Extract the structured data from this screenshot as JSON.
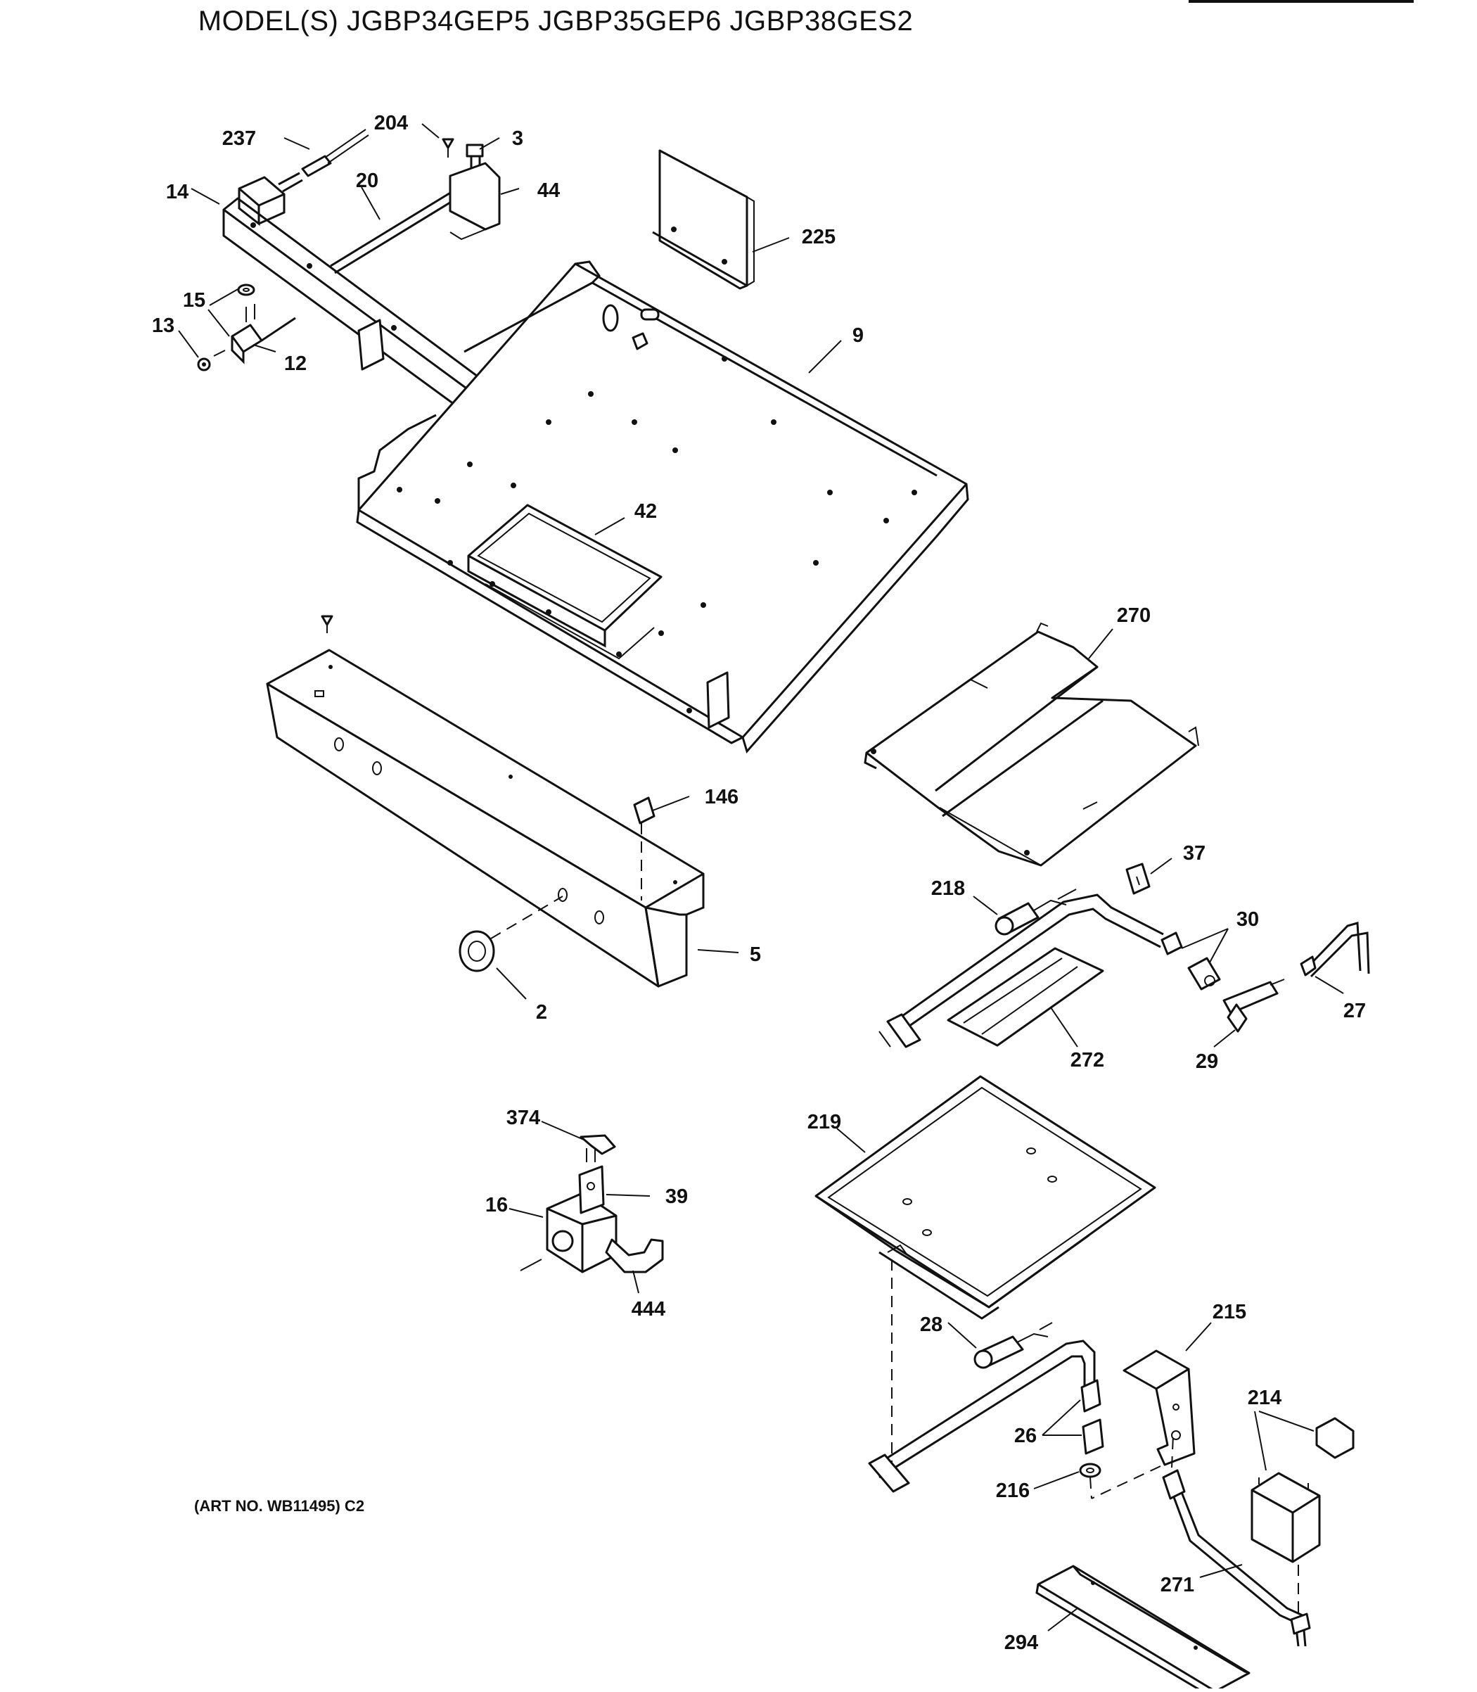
{
  "header": {
    "title": "MODEL(S) JGBP34GEP5  JGBP35GEP6  JGBP38GES2"
  },
  "footer": {
    "art_number": "(ART NO. WB11495) C2"
  },
  "callouts": [
    {
      "id": "c237",
      "label": "237"
    },
    {
      "id": "c204",
      "label": "204"
    },
    {
      "id": "c3",
      "label": "3"
    },
    {
      "id": "c14",
      "label": "14"
    },
    {
      "id": "c20",
      "label": "20"
    },
    {
      "id": "c44",
      "label": "44"
    },
    {
      "id": "c225",
      "label": "225"
    },
    {
      "id": "c15",
      "label": "15"
    },
    {
      "id": "c13",
      "label": "13"
    },
    {
      "id": "c12",
      "label": "12"
    },
    {
      "id": "c9",
      "label": "9"
    },
    {
      "id": "c42",
      "label": "42"
    },
    {
      "id": "c270",
      "label": "270"
    },
    {
      "id": "c146",
      "label": "146"
    },
    {
      "id": "c5",
      "label": "5"
    },
    {
      "id": "c2",
      "label": "2"
    },
    {
      "id": "c37",
      "label": "37"
    },
    {
      "id": "c218",
      "label": "218"
    },
    {
      "id": "c30",
      "label": "30"
    },
    {
      "id": "c27",
      "label": "27"
    },
    {
      "id": "c272",
      "label": "272"
    },
    {
      "id": "c29",
      "label": "29"
    },
    {
      "id": "c374",
      "label": "374"
    },
    {
      "id": "c39",
      "label": "39"
    },
    {
      "id": "c16",
      "label": "16"
    },
    {
      "id": "c444",
      "label": "444"
    },
    {
      "id": "c219",
      "label": "219"
    },
    {
      "id": "c215",
      "label": "215"
    },
    {
      "id": "c28",
      "label": "28"
    },
    {
      "id": "c214",
      "label": "214"
    },
    {
      "id": "c26",
      "label": "26"
    },
    {
      "id": "c216",
      "label": "216"
    },
    {
      "id": "c271",
      "label": "271"
    },
    {
      "id": "c294",
      "label": "294"
    }
  ]
}
